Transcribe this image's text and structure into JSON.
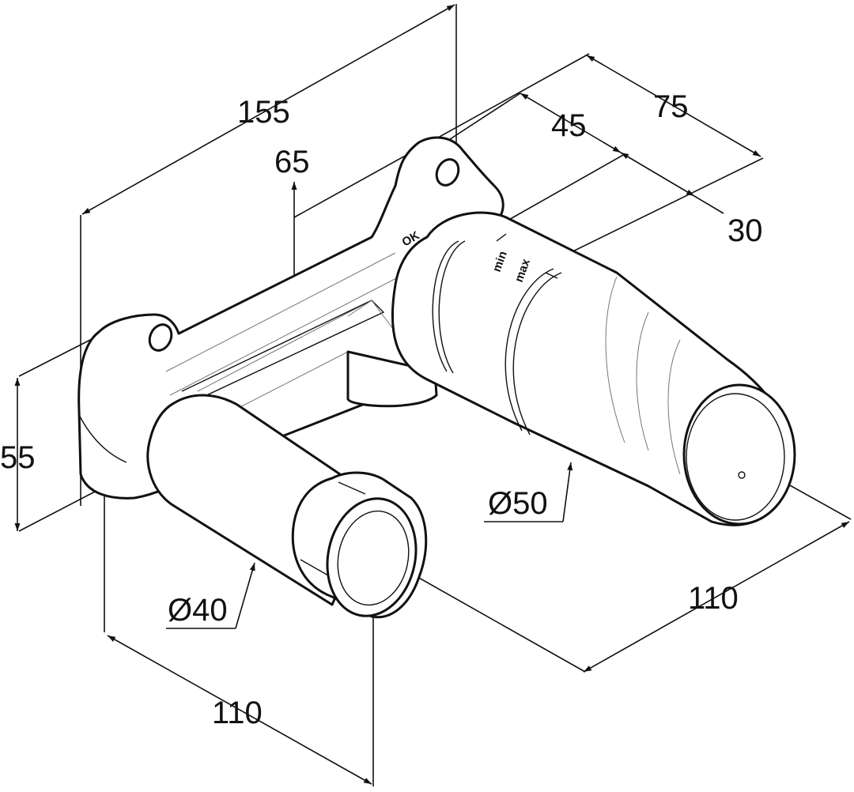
{
  "dimensions": {
    "overall_width": "155",
    "mount_height": "65",
    "depth_total": "75",
    "depth_front": "45",
    "depth_rear": "30",
    "plate_height": "55",
    "diameter_large": "Ø50",
    "diameter_small": "Ø40",
    "spacing_left": "110",
    "spacing_right": "110"
  },
  "markings": {
    "min_label": "min",
    "max_label": "max",
    "ok_label": "OK"
  },
  "colors": {
    "line": "#111111",
    "background": "#ffffff"
  }
}
